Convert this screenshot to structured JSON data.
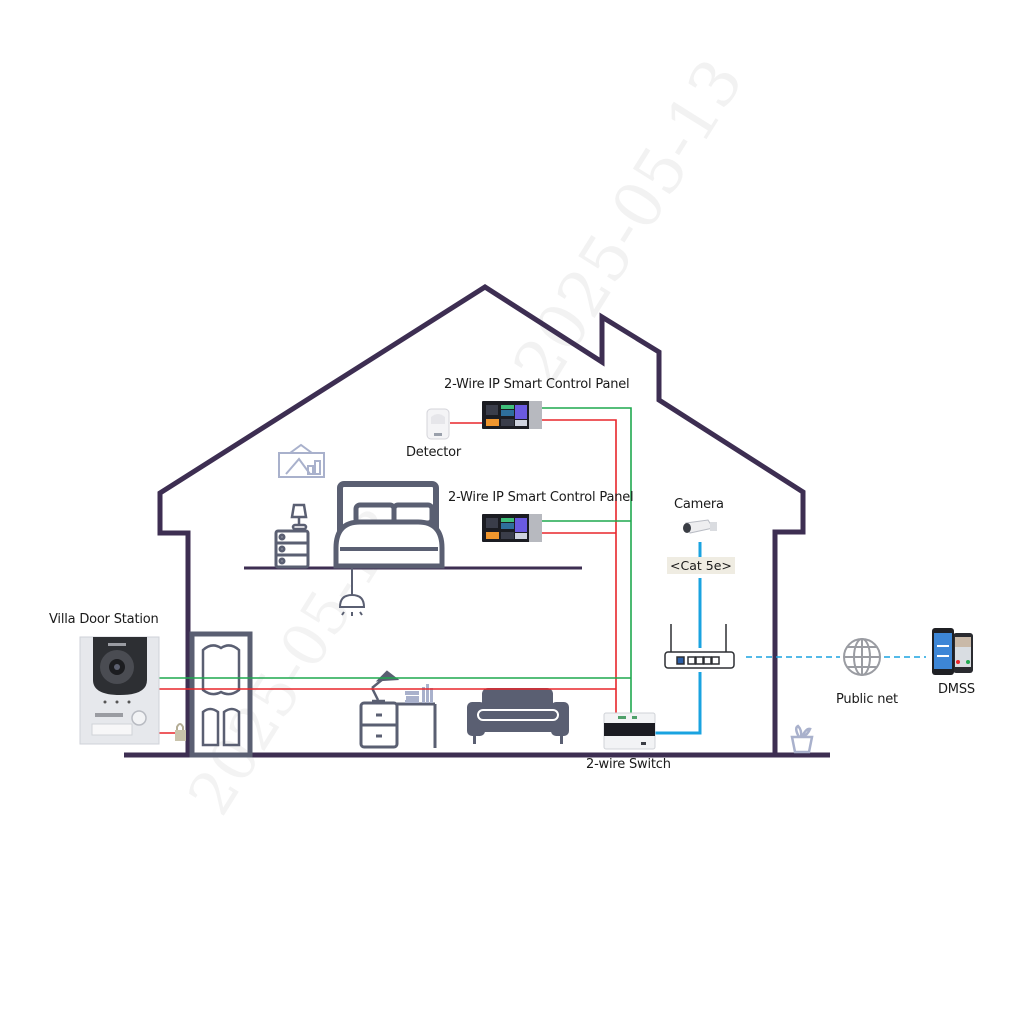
{
  "diagram": {
    "type": "2-wire IP villa video intercom topology",
    "watermark": "2025-05-13",
    "colors": {
      "house_outline": "#3d2e52",
      "furniture": "#5a5f72",
      "furniture_light": "#a9b1cc",
      "wire_red": "#e8262b",
      "wire_green": "#1fa84f",
      "network_blue": "#1aa3e0",
      "cat_label_bg": "#efece2"
    },
    "labels": {
      "panel_upper": "2-Wire IP Smart Control Panel",
      "panel_lower": "2-Wire IP Smart Control Panel",
      "detector": "Detector",
      "camera": "Camera",
      "cable": "<Cat 5e>",
      "door_station": "Villa Door Station",
      "switch": "2-wire Switch",
      "public_net": "Public net",
      "app": "DMSS"
    },
    "nodes": [
      {
        "id": "door_station",
        "label": "Villa Door Station"
      },
      {
        "id": "lock",
        "label": ""
      },
      {
        "id": "detector",
        "label": "Detector"
      },
      {
        "id": "panel_upper",
        "label": "2-Wire IP Smart Control Panel"
      },
      {
        "id": "panel_lower",
        "label": "2-Wire IP Smart Control Panel"
      },
      {
        "id": "switch",
        "label": "2-wire Switch"
      },
      {
        "id": "router",
        "label": ""
      },
      {
        "id": "camera",
        "label": "Camera"
      },
      {
        "id": "public_net",
        "label": "Public net"
      },
      {
        "id": "dmss",
        "label": "DMSS"
      }
    ],
    "edges": [
      {
        "from": "door_station",
        "to": "switch",
        "type": "2-wire (red/green)"
      },
      {
        "from": "door_station",
        "to": "lock",
        "type": "red"
      },
      {
        "from": "detector",
        "to": "panel_upper",
        "type": "red"
      },
      {
        "from": "panel_upper",
        "to": "switch",
        "type": "2-wire (red/green)"
      },
      {
        "from": "panel_lower",
        "to": "switch",
        "type": "2-wire (red/green)"
      },
      {
        "from": "switch",
        "to": "router",
        "type": "network (blue)"
      },
      {
        "from": "camera",
        "to": "router",
        "type": "Cat 5e"
      },
      {
        "from": "router",
        "to": "public_net",
        "type": "dashed"
      },
      {
        "from": "public_net",
        "to": "dmss",
        "type": "dashed"
      }
    ]
  }
}
